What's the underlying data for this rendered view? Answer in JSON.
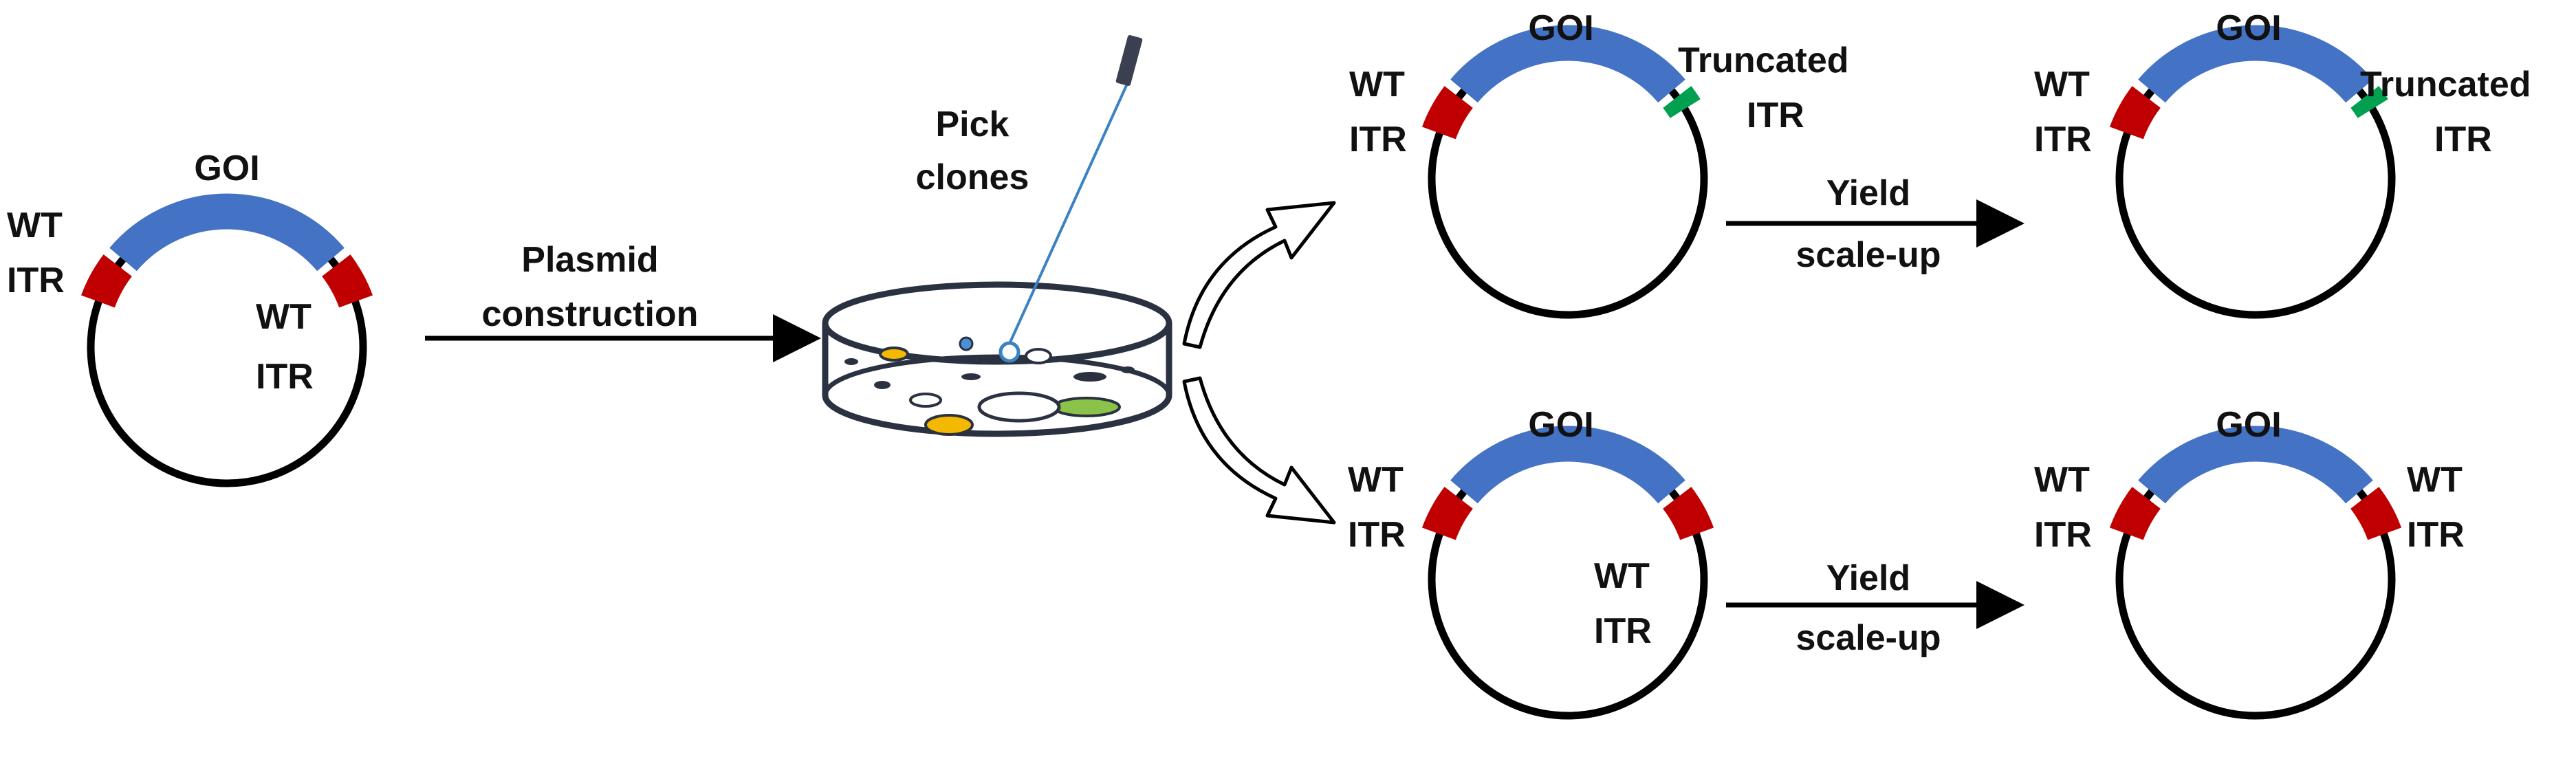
{
  "colors": {
    "goi": "#4472C4",
    "wt_itr": "#C00000",
    "truncated_itr": "#00A050",
    "backbone": "#000000",
    "arrow": "#000000",
    "dish": "#2a3140",
    "pipette_line": "#3b82c4",
    "colony_yellow": "#F5B800",
    "colony_green": "#8BC34A",
    "colony_blue": "#4a90d9"
  },
  "icons": {
    "plasmid": "plasmid-circle-icon",
    "dish": "petri-dish-icon",
    "pipette": "pipette-icon",
    "branch_arrow": "curved-hollow-arrow-icon"
  },
  "start_plasmid": {
    "goi_label": "GOI",
    "left_itr_label": [
      "WT",
      "ITR"
    ],
    "right_itr_label": [
      "WT",
      "ITR"
    ]
  },
  "step1": {
    "label": [
      "Plasmid",
      "construction"
    ]
  },
  "dish": {
    "label": [
      "Pick",
      "clones"
    ]
  },
  "top_branch": {
    "clone": {
      "goi_label": "GOI",
      "left_itr_label": [
        "WT",
        "ITR"
      ],
      "right_itr_label": [
        "Truncated",
        "ITR"
      ]
    },
    "arrow_label": [
      "Yield",
      "scale-up"
    ],
    "result": {
      "goi_label": "GOI",
      "left_itr_label": [
        "WT",
        "ITR"
      ],
      "right_itr_label": [
        "Truncated",
        "ITR"
      ]
    }
  },
  "bottom_branch": {
    "clone": {
      "goi_label": "GOI",
      "left_itr_label": [
        "WT",
        "ITR"
      ],
      "right_itr_label": [
        "WT",
        "ITR"
      ]
    },
    "arrow_label": [
      "Yield",
      "scale-up"
    ],
    "result": {
      "goi_label": "GOI",
      "left_itr_label": [
        "WT",
        "ITR"
      ],
      "right_itr_label": [
        "WT",
        "ITR"
      ]
    }
  }
}
